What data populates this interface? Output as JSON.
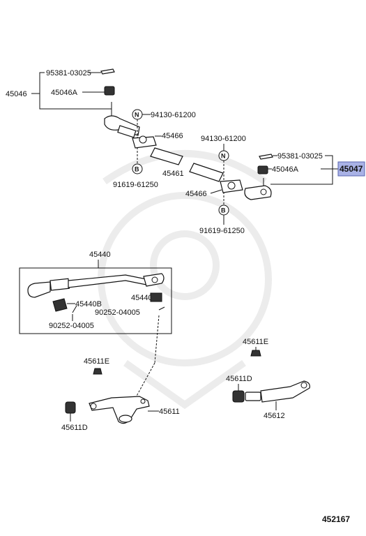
{
  "labels": {
    "p95381_top": "95381-03025",
    "p45046": "45046",
    "p45046A_left": "45046A",
    "p94130_left": "94130-61200",
    "p45466_upper": "45466",
    "p45461": "45461",
    "p91619_left": "91619-61250",
    "p94130_right": "94130-61200",
    "p95381_right": "95381-03025",
    "p45046A_right": "45046A",
    "p45047": "45047",
    "p45466_lower": "45466",
    "p91619_right": "91619-61250",
    "p45440": "45440",
    "p45440B_left": "45440B",
    "p45440B_right": "45440B",
    "p90252_right": "90252-04005",
    "p90252_left": "90252-04005",
    "p45611E_right": "45611E",
    "p45611E_left": "45611E",
    "p45611D_right": "45611D",
    "p45611": "45611",
    "p45611D_left": "45611D",
    "p45612": "45612",
    "diagram_id": "452167"
  },
  "markers": {
    "n": "N",
    "b": "B"
  },
  "colors": {
    "highlight": "#a9b2e6",
    "ink": "#111111"
  }
}
